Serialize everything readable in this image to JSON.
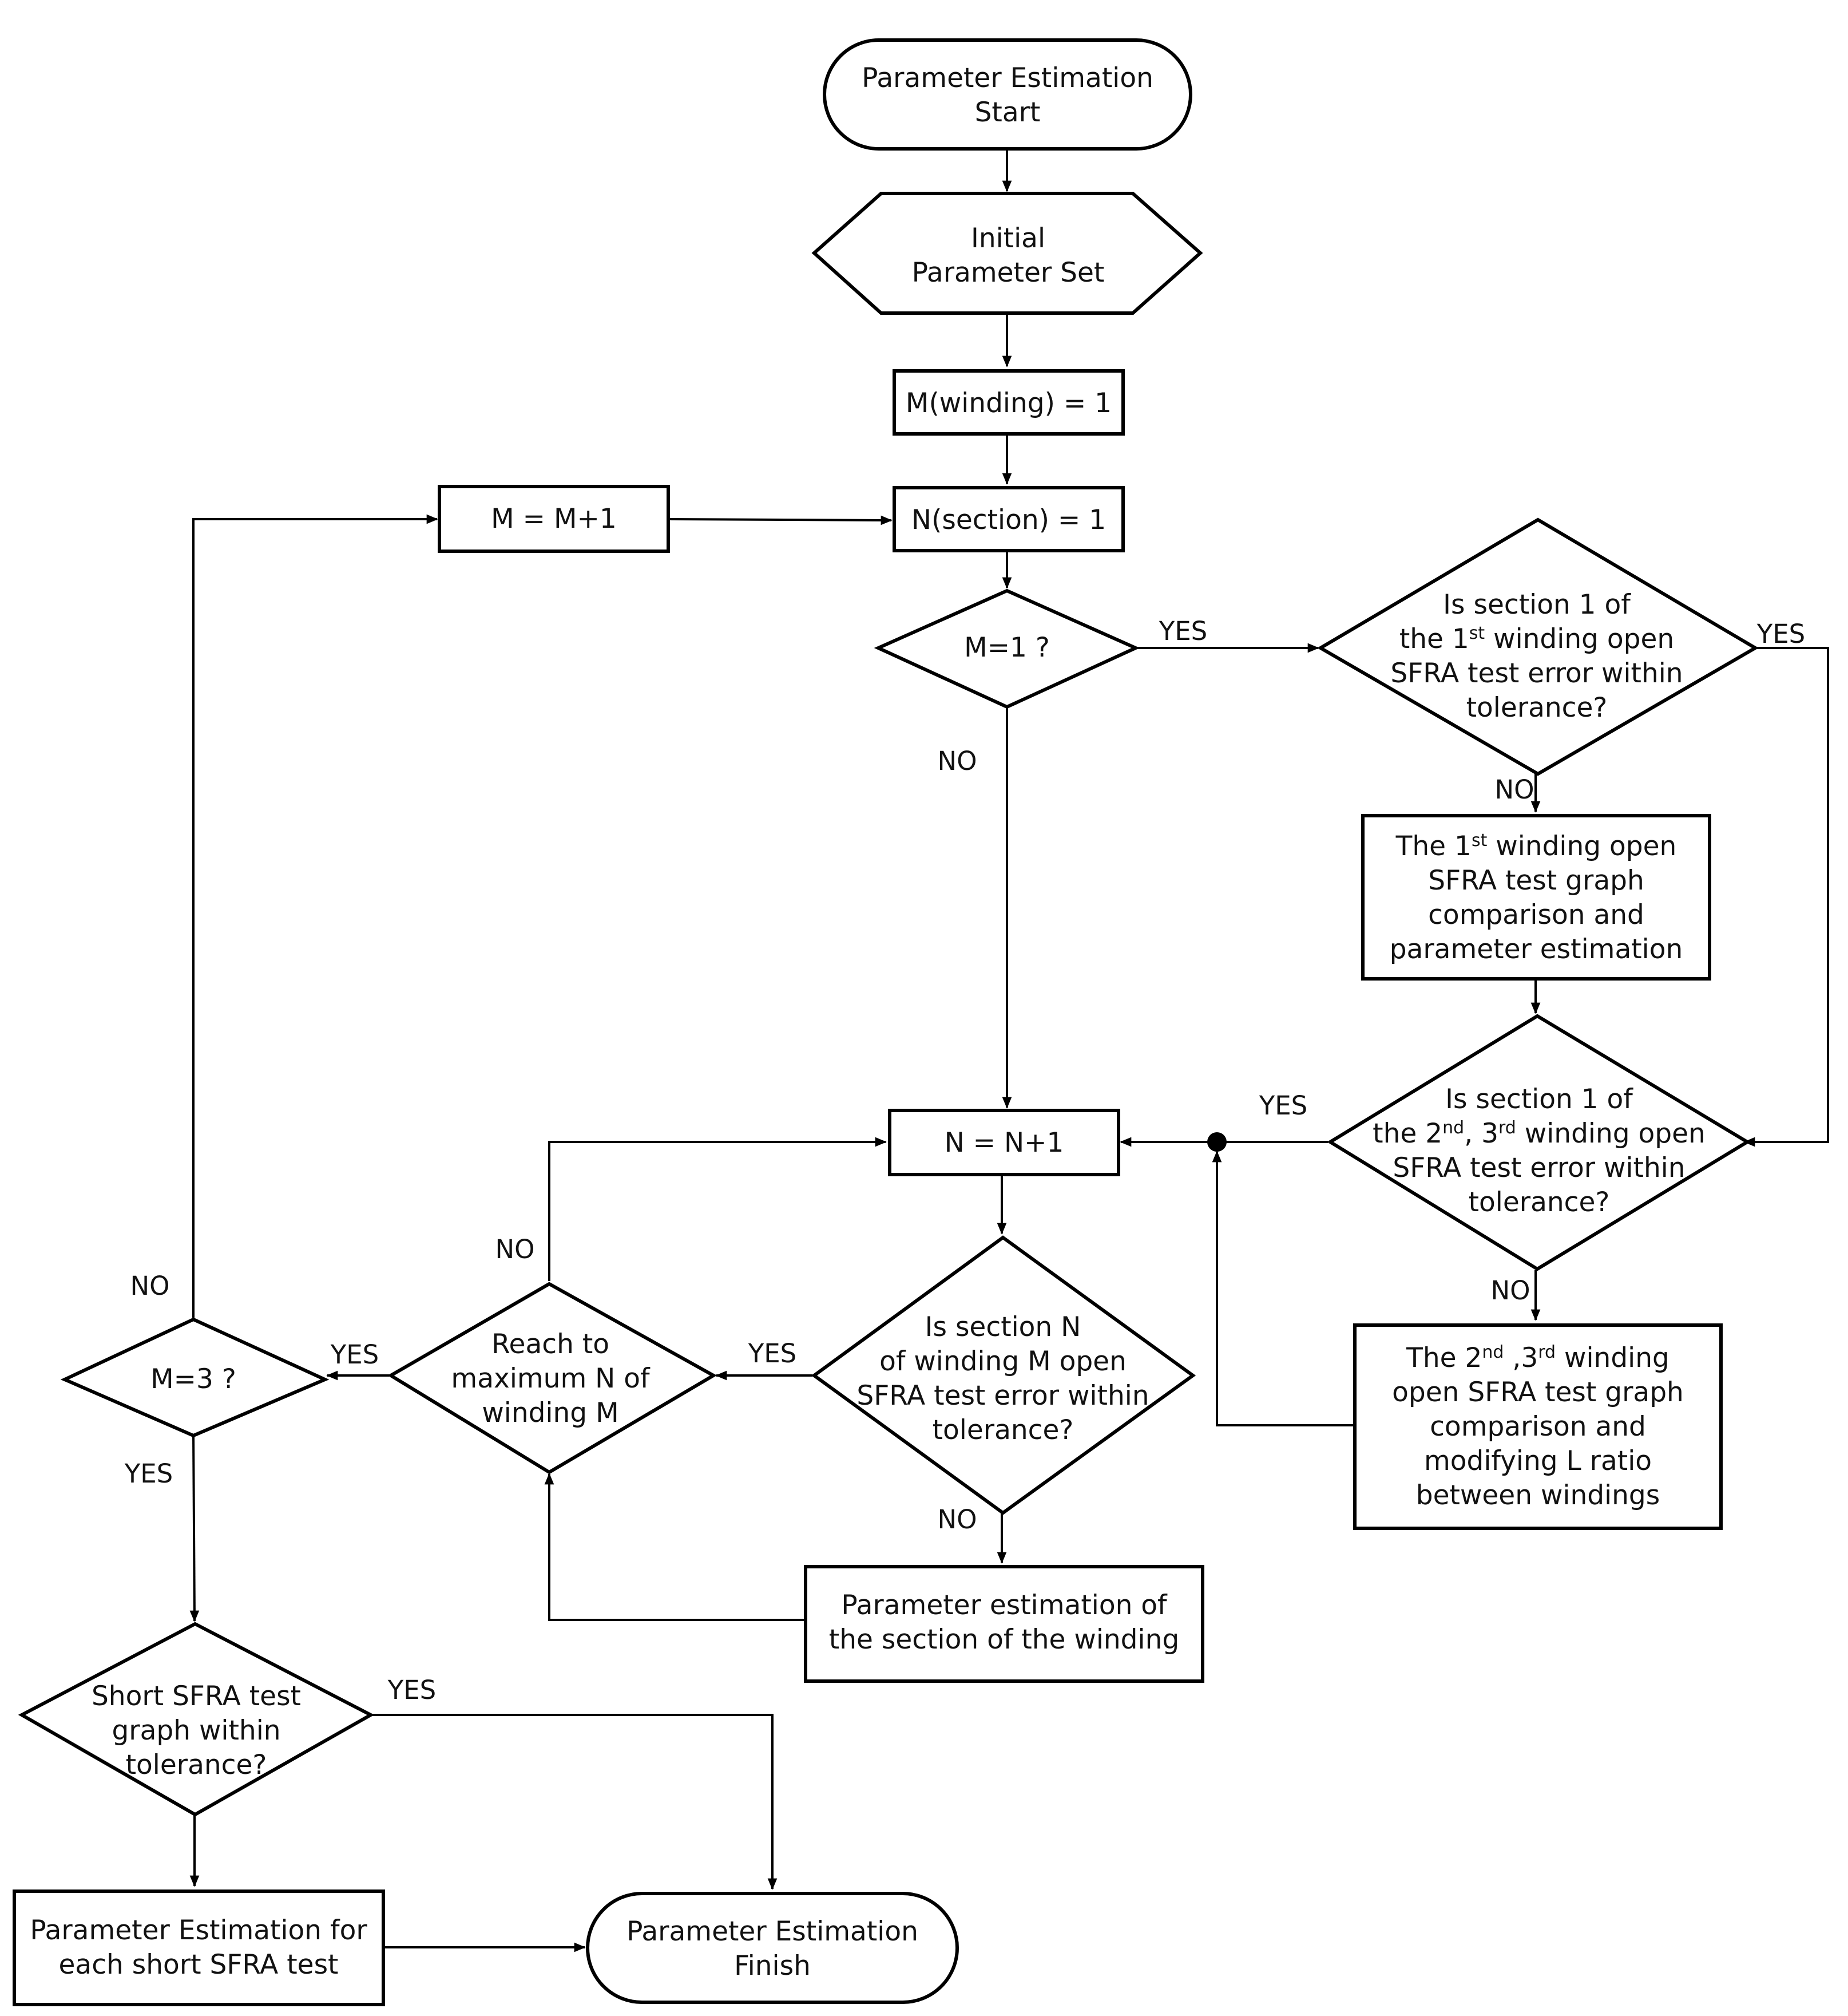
{
  "nodes": {
    "start": {
      "lines": [
        "Parameter Estimation",
        "Start"
      ]
    },
    "init": {
      "lines": [
        "Initial",
        "Parameter Set"
      ]
    },
    "m_init": {
      "lines": [
        "M(winding) = 1"
      ]
    },
    "m_inc": {
      "lines": [
        "M = M+1"
      ]
    },
    "n_init": {
      "lines": [
        "N(section) = 1"
      ]
    },
    "m1_check": {
      "lines": [
        "M=1 ?"
      ]
    },
    "d_first": {
      "l1": "Is section 1 of",
      "l2a": "the 1",
      "l2s": "st",
      "l2b": " winding open",
      "l3": "SFRA test error within",
      "l4": "tolerance?"
    },
    "p_first": {
      "l1a": "The 1",
      "l1s": "st",
      "l1b": " winding open",
      "l2": "SFRA test graph",
      "l3": "comparison and",
      "l4": "parameter estimation"
    },
    "d_second": {
      "l1": "Is section 1 of",
      "l2a": "the 2",
      "l2s": "nd",
      "l2b": ", 3",
      "l2s2": "rd",
      "l2c": " winding open",
      "l3": "SFRA test error within",
      "l4": "tolerance?"
    },
    "p_second": {
      "l1a": "The 2",
      "l1s": "nd",
      "l1b": " ,3",
      "l1s2": "rd",
      "l1c": " winding",
      "l2": "open SFRA test graph",
      "l3": "comparison and",
      "l4": "modifying L ratio",
      "l5": "between windings"
    },
    "n_inc": {
      "lines": [
        "N = N+1"
      ]
    },
    "d_sectionN": {
      "lines": [
        "Is section N",
        "of winding M open",
        "SFRA test error within",
        "tolerance?"
      ]
    },
    "p_section": {
      "lines": [
        "Parameter estimation of",
        "the section of the winding"
      ]
    },
    "d_maxN": {
      "lines": [
        "Reach to",
        "maximum N of",
        "winding M"
      ]
    },
    "m3_check": {
      "lines": [
        "M=3 ?"
      ]
    },
    "d_short": {
      "lines": [
        "Short SFRA test",
        "graph within",
        "tolerance?"
      ]
    },
    "p_short": {
      "lines": [
        "Parameter Estimation for",
        "each short SFRA test"
      ]
    },
    "finish": {
      "lines": [
        "Parameter Estimation",
        "Finish"
      ]
    }
  },
  "edge_labels": {
    "yes_m1": "YES",
    "no_m1": "NO",
    "yes_first": "YES",
    "no_first": "NO",
    "yes_second": "YES",
    "no_second": "NO",
    "yes_sectionN": "YES",
    "no_sectionN": "NO",
    "no_maxN": "NO",
    "yes_maxN": "YES",
    "no_m3": "NO",
    "yes_m3": "YES",
    "yes_short": "YES"
  }
}
